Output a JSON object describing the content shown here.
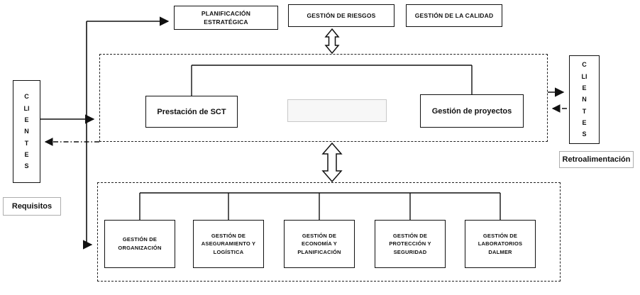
{
  "top_row": {
    "planning": "PLANIFICACIÓN ESTRATÉGICA",
    "risk": "GESTIÓN DE RIESGOS",
    "quality": "GESTIÓN DE LA CALIDAD"
  },
  "core_process": {
    "sct": "Prestación de SCT",
    "projects": "Gestión de proyectos"
  },
  "clients_left": {
    "label": "CLIENTES",
    "caption": "Requisitos"
  },
  "clients_right": {
    "label": "CLIENTES",
    "caption": "Retroalimentación"
  },
  "support_processes": {
    "items": [
      {
        "label": "GESTIÓN DE ORGANIZACIÓN"
      },
      {
        "label": "GESTIÓN DE ASEGURAMIENTO Y LOGÍSTICA"
      },
      {
        "label": "GESTIÓN DE ECONOMÍA Y PLANIFICACIÓN"
      },
      {
        "label": "GESTIÓN DE PROTECCIÓN Y SEGURIDAD"
      },
      {
        "label": "GESTIÓN DE LABORATORIOS DALMER"
      }
    ]
  },
  "colors": {
    "line": "#111111",
    "box_border": "#111111",
    "dashed_border": "#222222",
    "placeholder_border": "#c8c8c8",
    "background": "#ffffff"
  }
}
